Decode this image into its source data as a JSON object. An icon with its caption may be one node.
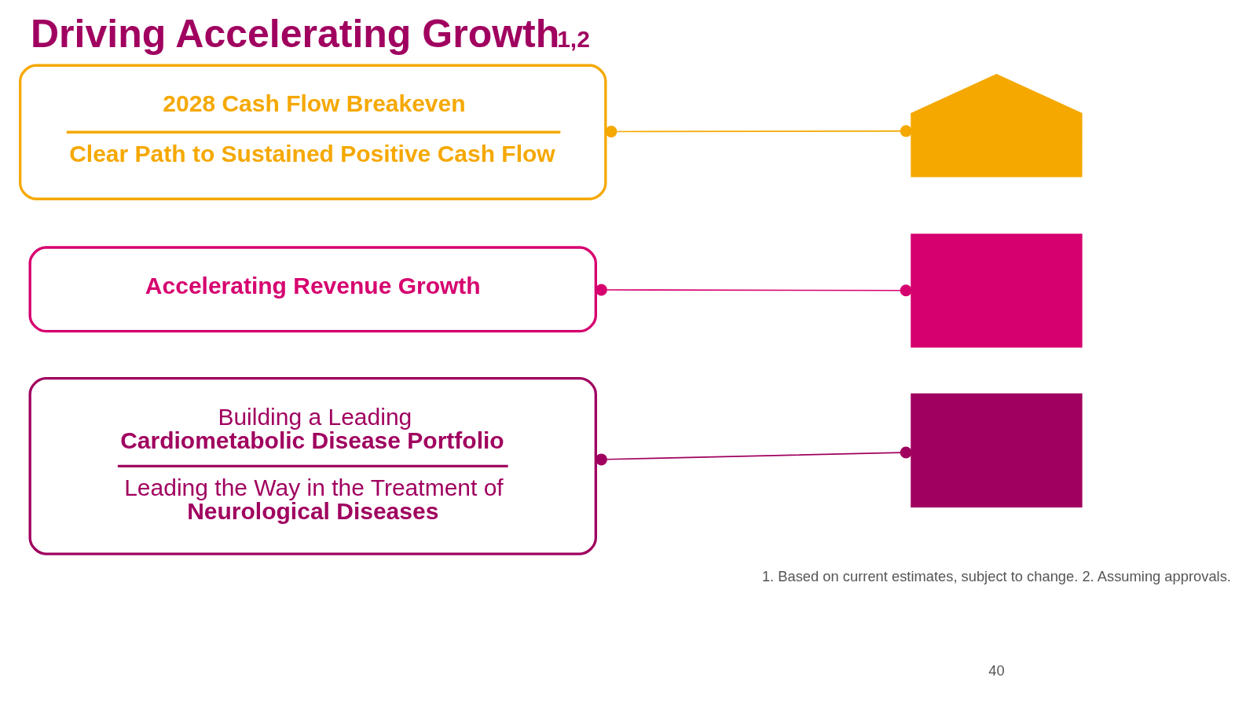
{
  "diagram": {
    "title": "Driving Accelerating Growth$^{1,2}$",
    "nodes": [
      {
        "text": [
          "2028 Cash Flow Breakeven",
          "Clear Path to Sustained Positive Cash Flow"
        ]
      },
      {
        "text": [
          "Accelerating Revenue Growth"
        ]
      },
      {
        "text": [
          "Building a Leading **Cardiometabolic Disease Portfolio**",
          "Leading the Way in the Treatment of **Neurological Diseases**"
        ]
      },
      {
        "text": [],
        "shape": "arrow"
      },
      {
        "text": [],
        "shape": "band"
      },
      {
        "text": [],
        "shape": "band"
      }
    ],
    "edges": [
      {
        "from": 0,
        "to": 3,
        "arrow": "other",
        "color": "#f5a800"
      },
      {
        "from": 1,
        "to": 4,
        "arrow": "other",
        "color": "#d6006f"
      },
      {
        "from": 2,
        "to": 5,
        "arrow": "other",
        "color": "#a0005f"
      }
    ],
    "labels": [
      "1. Based on current estimates, subject to change. 2. Assuming approvals.",
      "40"
    ]
  }
}
